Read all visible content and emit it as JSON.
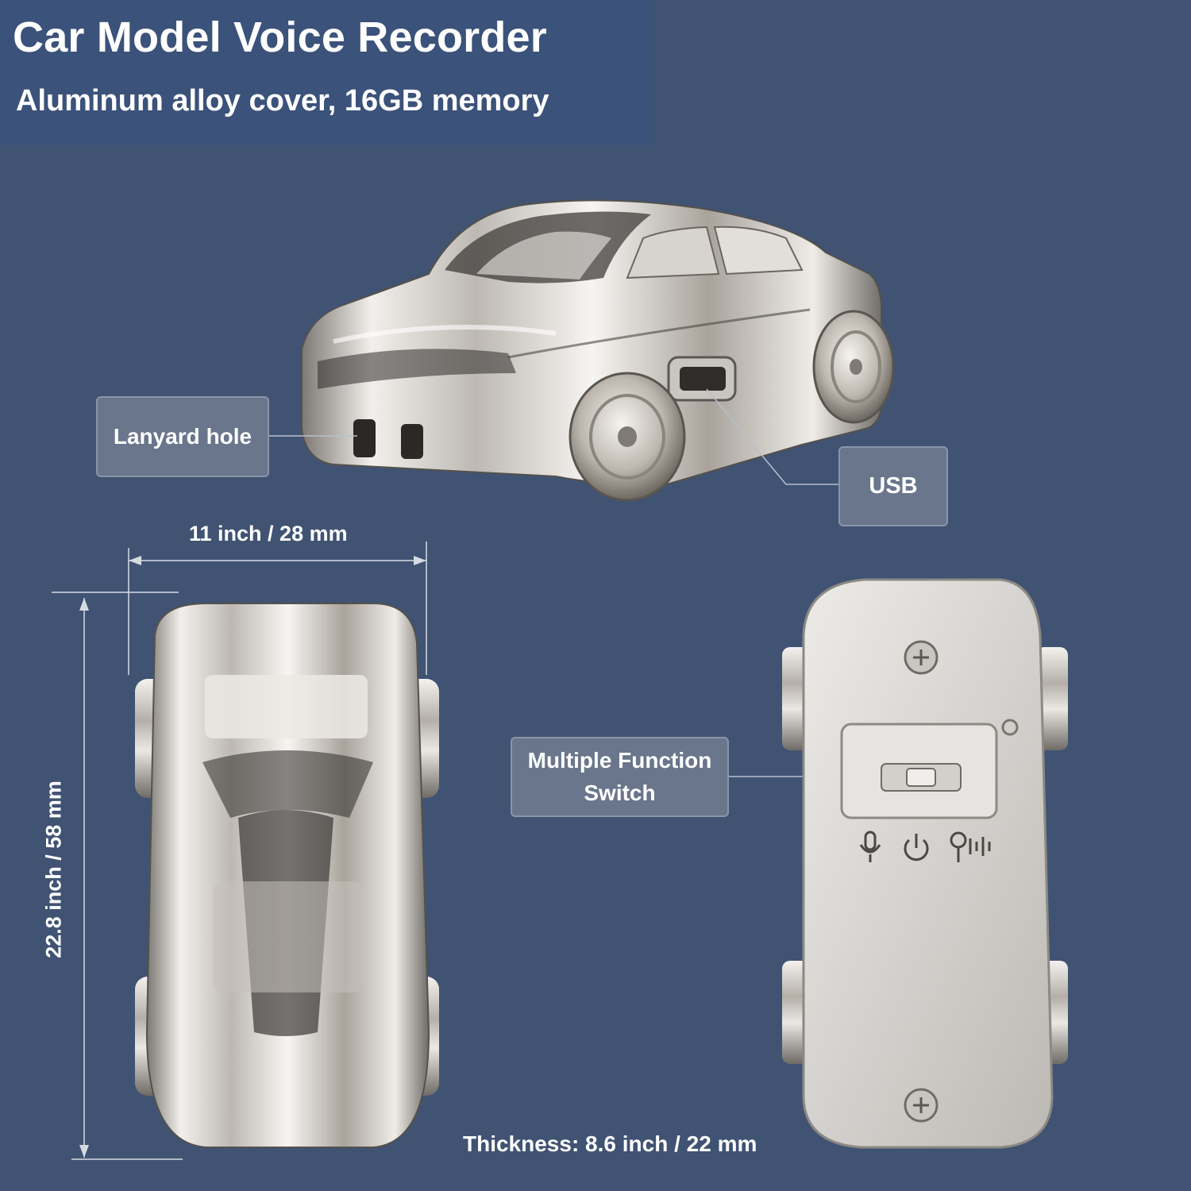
{
  "header": {
    "title": "Car Model Voice Recorder",
    "subtitle": "Aluminum alloy cover, 16GB memory"
  },
  "callouts": {
    "lanyard": "Lanyard hole",
    "usb": "USB",
    "switch_line1": "Multiple Function",
    "switch_line2": "Switch"
  },
  "dimensions": {
    "width": "11 inch / 28 mm",
    "height": "22.8 inch / 58 mm",
    "thickness": "Thickness: 8.6 inch / 22 mm"
  },
  "colors": {
    "background": "#405373",
    "header_band": "#3b527a",
    "callout_fill": "#78849a",
    "metal": "#d9d6d2"
  },
  "icons": [
    "microphone-icon",
    "power-icon",
    "key-playback-icon"
  ]
}
